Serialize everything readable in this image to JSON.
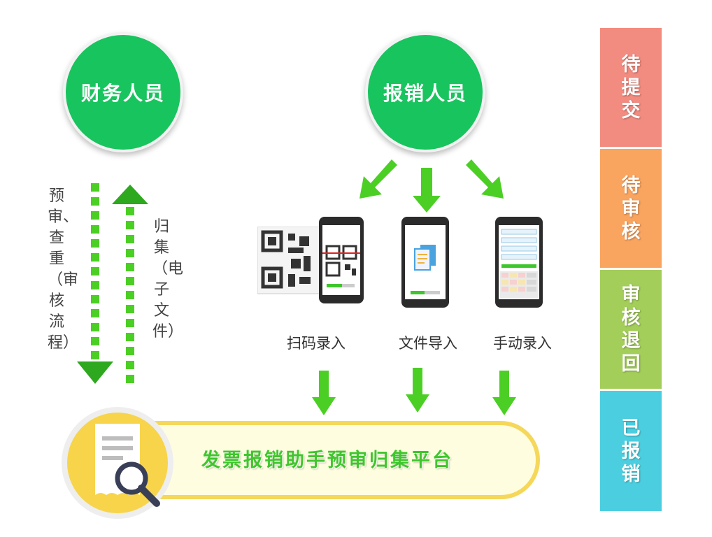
{
  "roles": {
    "finance": "财务人员",
    "reimburser": "报销人员"
  },
  "flows": {
    "down_label": "预审、查重（审核流程）",
    "up_label": "归集（电子文件）"
  },
  "methods": [
    {
      "label": "扫码录入"
    },
    {
      "label": "文件导入"
    },
    {
      "label": "手动录入"
    }
  ],
  "platform": {
    "title": "发票报销助手预审归集平台"
  },
  "statuses": [
    {
      "label": "待提交",
      "color": "#f28b80"
    },
    {
      "label": "待审核",
      "color": "#f9a45f"
    },
    {
      "label": "审核退回",
      "color": "#a4ce5a"
    },
    {
      "label": "已报销",
      "color": "#4bcfe0"
    }
  ],
  "colors": {
    "green": "#18c45e",
    "arrow_green": "#4ccf24",
    "platform_border": "#f5d75a"
  }
}
